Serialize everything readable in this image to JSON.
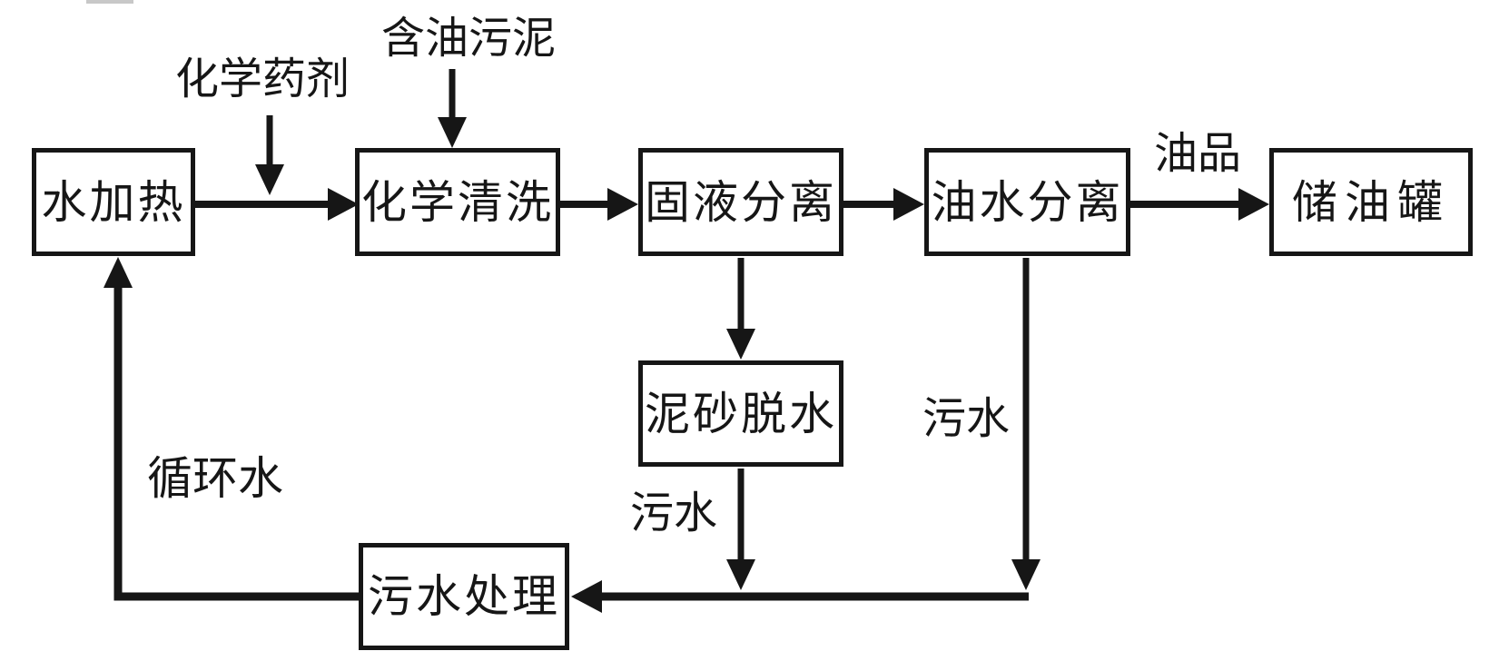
{
  "diagram": {
    "type": "flowchart",
    "boxes": {
      "water_heating": "水加热",
      "chemical_cleaning": "化学清洗",
      "solid_liquid_separation": "固液分离",
      "oil_water_separation": "油水分离",
      "oil_storage_tank": "储油罐",
      "sediment_dewatering": "泥砂脱水",
      "sewage_treatment": "污水处理"
    },
    "labels": {
      "chemical_agent": "化学药剂",
      "oily_sludge": "含油污泥",
      "oil_product": "油品",
      "sewage_right": "污水",
      "sewage_mid": "污水",
      "circulating_water": "循环水"
    },
    "flows": [
      "水加热 → 化学清洗",
      "化学药剂 → (水加热→化学清洗)",
      "含油污泥 → 化学清洗",
      "化学清洗 → 固液分离",
      "固液分离 → 油水分离",
      "油水分离 → 储油罐 (油品)",
      "固液分离 → 泥砂脱水",
      "泥砂脱水 → 污水处理 (污水)",
      "油水分离 → 污水处理 (污水)",
      "污水处理 → 水加热 (循环水)"
    ],
    "colors": {
      "line": "#161616",
      "box_border": "#161616",
      "box_fill": "#ffffff",
      "background": "#ffffff",
      "text": "#161616"
    }
  }
}
